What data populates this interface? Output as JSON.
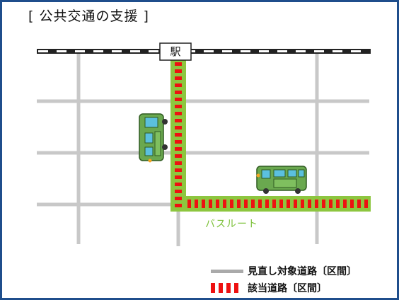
{
  "title": "[ 公共交通の支援 ]",
  "station": {
    "label": "駅"
  },
  "route": {
    "label": "バスルート"
  },
  "legend": {
    "items": [
      {
        "label": "見直し対象道路〔区間〕",
        "color": "#aaaaaa"
      },
      {
        "label": "該当道路〔区間〕",
        "color": "#ee1111"
      }
    ]
  },
  "colors": {
    "frame": "#1f4e8c",
    "road": "#c8c8c8",
    "route_fill": "#8dc63f",
    "route_dash": "#ee1111",
    "bus_body": "#6aa84f",
    "bus_window": "#5bc0de"
  }
}
